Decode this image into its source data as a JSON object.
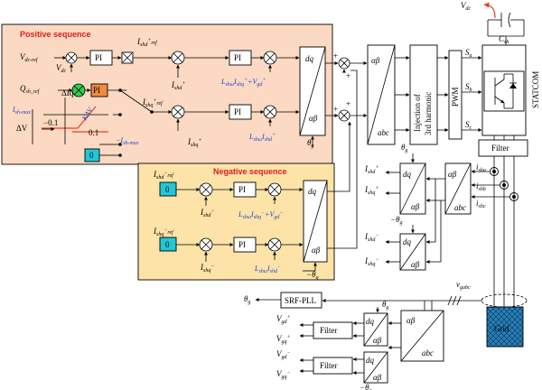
{
  "labels": {
    "positive_sequence": "Positive sequence",
    "negative_sequence": "Negative sequence",
    "vdc_ref": "V",
    "vdc_ref_sub": "dc-ref",
    "vdc": "V",
    "vdc_sub": "dc",
    "vdc_top": "V",
    "vdc_top_sub": "dc",
    "csh": "C",
    "csh_sub": "sh",
    "qsh_ref": "Q",
    "qsh_ref_sub": "sh_ref",
    "pi": "PI",
    "ishd_ref_pos": "I",
    "ishd_ref_pos_sub": "shd",
    "ishd_ref_pos_sup": "+",
    "ishd_ref_pos_ref": "ref",
    "ishd_pos": "I",
    "ishd_pos_sub": "shd",
    "ishd_pos_sup": "+",
    "ishq_ref_pos": "I",
    "ishq_ref_pos_sub": "shq",
    "ishq_ref_pos_sup": "+",
    "ishq_ref_pos_ref": "ref",
    "ishq_pos": "I",
    "ishq_pos_sub": "shq",
    "ishq_pos_sup": "+",
    "ish_max": "I",
    "ish_max_sub": "sh-max",
    "neg_ish_max": "−I",
    "neg_ish_max_sub": "sh-max",
    "delta_v": "ΔV",
    "droop_01": "0.1",
    "droop_neg01": "−0.1",
    "delta_iq": "ΔIq",
    "k_dv": "KΔV",
    "zero": "0",
    "pos_d_coupling": "L",
    "pos_d_coupling_text": "shω",
    "pos_d_coupling_tail": "I",
    "pos_d_coupling_tail_sub": "shq",
    "pos_d_coupling_tail_sup": "+",
    "pos_d_coupling_plus": "+V",
    "pos_d_coupling_plus_sub": "gd",
    "pos_d_coupling_plus_sup": "+",
    "pos_q_coupling": "L",
    "pos_q_coupling_text": "shω",
    "pos_q_coupling_tail": "I",
    "pos_q_coupling_tail_sub": "shd",
    "pos_q_coupling_tail_sup": "+",
    "neg_d_coupling": "L",
    "neg_d_coupling_text": "shω",
    "neg_d_coupling_tail": "I",
    "neg_d_coupling_tail_sub": "shq",
    "neg_d_coupling_tail_sup": "−",
    "neg_d_coupling_plus": "+V",
    "neg_d_coupling_plus_sub": "gd",
    "neg_d_coupling_plus_sup": "−",
    "neg_q_coupling": "L",
    "neg_q_coupling_text": "shω",
    "neg_q_coupling_tail": "I",
    "neg_q_coupling_tail_sub": "shd",
    "neg_q_coupling_tail_sup": "−",
    "ishd_ref_neg": "I",
    "ishd_ref_neg_sub": "shd",
    "ishd_ref_neg_sup": "−",
    "ishd_ref_neg_ref": "ref",
    "ishq_ref_neg": "I",
    "ishq_ref_neg_sub": "shq",
    "ishq_ref_neg_sup": "−",
    "ishq_ref_neg_ref": "ref",
    "ishd_neg": "I",
    "ishd_neg_sub": "shd",
    "ishd_neg_sup": "−",
    "ishq_neg": "I",
    "ishq_neg_sub": "shq",
    "ishq_neg_sup": "−",
    "dq": "dq",
    "alpha_beta": "αβ",
    "abc": "abc",
    "theta_g": "θ",
    "theta_g_sub": "g",
    "neg_theta_g": "−θ",
    "neg_theta_g_sub": "g",
    "injection": "Injection of",
    "injection2": "3rd harmonic",
    "pwm": "PWM",
    "sa": "S",
    "sa_sub": "a",
    "sb": "S",
    "sb_sub": "b",
    "sc": "S",
    "sc_sub": "c",
    "statcom": "STATCOM",
    "filter": "Filter",
    "isha": "i",
    "isha_sub": "sha",
    "ishb": "i",
    "ishb_sub": "shb",
    "ishc": "i",
    "ishc_sub": "shc",
    "vgabc": "v",
    "vgabc_sub": "gabc",
    "srf_pll": "SRF-PLL",
    "grid": "Grid",
    "vgd_pos": "V",
    "vgd_pos_sub": "gd",
    "vgd_pos_sup": "+",
    "vgq_pos": "V",
    "vgq_pos_sub": "gq",
    "vgq_pos_sup": "+",
    "vgd_neg": "V",
    "vgd_neg_sub": "gd",
    "vgd_neg_sup": "−",
    "vgq_neg": "V",
    "vgq_neg_sub": "gq",
    "vgq_neg_sup": "−",
    "plus": "+",
    "minus": "−"
  },
  "colors": {
    "positive_panel": "#fbd9c2",
    "negative_panel": "#fde3a7",
    "pi_block": "#f08a3c",
    "summer_green": "#2bd14b",
    "zero_block": "#1ec8d8",
    "grid_block": "#2a7fb8",
    "blue_text": "#1f3fd6",
    "red_text": "#e01a1a"
  }
}
